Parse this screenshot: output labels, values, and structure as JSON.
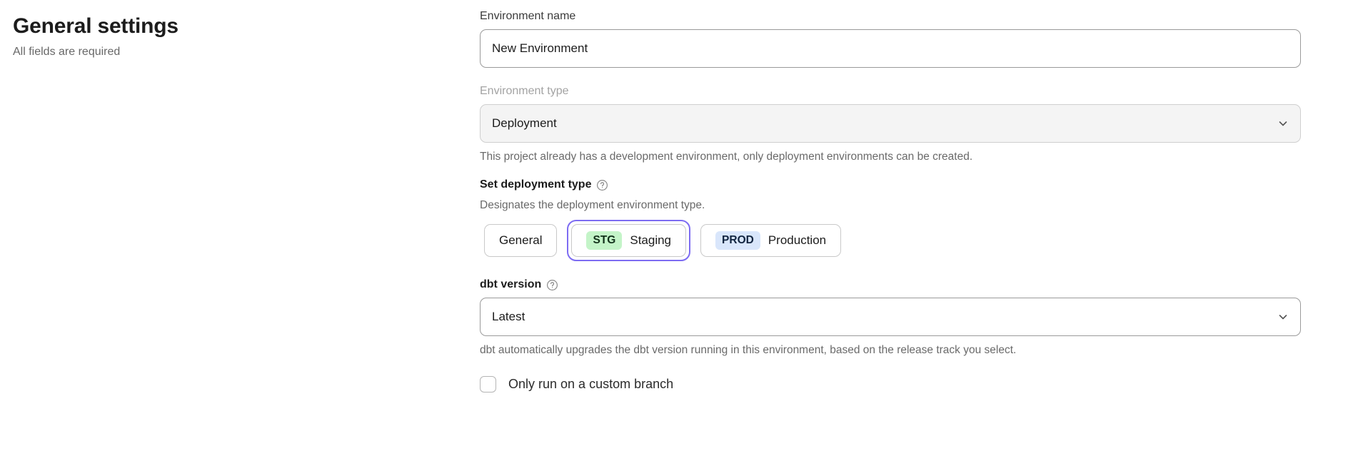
{
  "header": {
    "title": "General settings",
    "subtitle": "All fields are required"
  },
  "form": {
    "environment_name": {
      "label": "Environment name",
      "value": "New Environment",
      "placeholder": "Environment name"
    },
    "environment_type": {
      "label": "Environment type",
      "value": "Deployment",
      "helper": "This project already has a development environment, only deployment environments can be created.",
      "chevron_icon": "chevron-down-icon",
      "disabled": true
    },
    "deployment_type": {
      "label": "Set deployment type",
      "help_icon": "help-circle-icon",
      "description": "Designates the deployment environment type.",
      "options": [
        {
          "badge": "",
          "label": "General",
          "selected": false,
          "focused": false
        },
        {
          "badge": "STG",
          "label": "Staging",
          "selected": true,
          "focused": true
        },
        {
          "badge": "PROD",
          "label": "Production",
          "selected": false,
          "focused": false
        }
      ]
    },
    "dbt_version": {
      "label": "dbt version",
      "help_icon": "help-circle-icon",
      "value": "Latest",
      "helper": "dbt automatically upgrades the dbt version running in this environment, based on the release track you select.",
      "chevron_icon": "chevron-down-icon"
    },
    "custom_branch": {
      "label": "Only run on a custom branch",
      "checked": false
    }
  },
  "colors": {
    "focus_ring": "#7d6cf2",
    "stg_badge_bg": "#c4f4c8",
    "prod_badge_bg": "#d9e6fb",
    "muted_text": "#6a6a6a",
    "disabled_label": "#a3a3a3"
  }
}
